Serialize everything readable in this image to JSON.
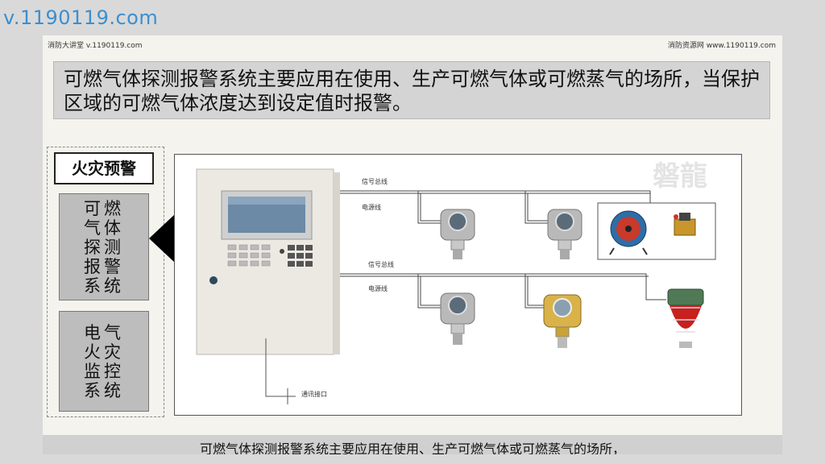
{
  "watermark": "v.1190119.com",
  "header": {
    "left_tag": "消防大讲堂 v.1190119.com",
    "right_tag": "消防资源网 www.1190119.com"
  },
  "title": "可燃气体探测报警系统主要应用在使用、生产可燃气体或可燃蒸气的场所，当保护区域的可燃气体浓度达到设定值时报警。",
  "left_panel": {
    "fire_label": "火灾预警",
    "system1": "可燃气体探测报警系统",
    "system2": "电气火灾监控系统"
  },
  "diagram": {
    "logo": "磐龍",
    "signal_bus_1": "信号总线",
    "power_line_1": "电源线",
    "signal_bus_2": "信号总线",
    "power_line_2": "电源线",
    "comm_port": "通讯接口"
  },
  "footer": "可燃气体探测报警系统主要应用在使用、生产可燃气体或可燃蒸气的场所，"
}
